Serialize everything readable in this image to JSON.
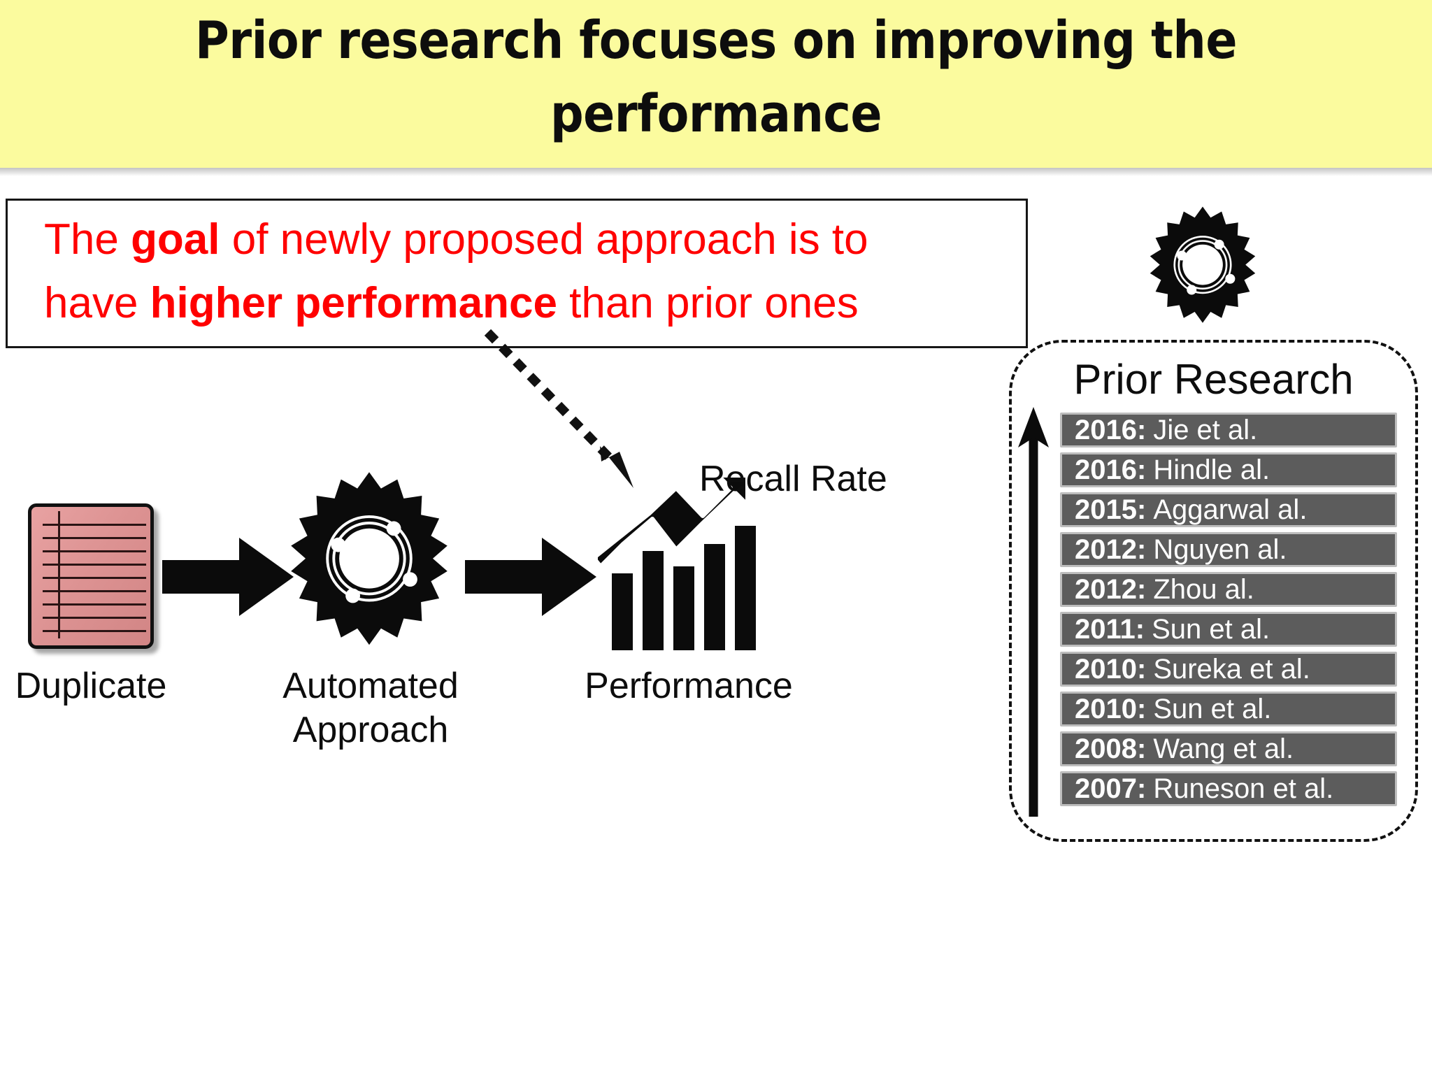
{
  "title": {
    "text": "Prior research focuses  on improving the\nperformance",
    "background_color": "#fbfb9e",
    "text_color": "#0d0d0d"
  },
  "goal_box": {
    "line1_prefix": "The ",
    "line1_bold": "goal",
    "line1_suffix": " of newly proposed approach is to",
    "line2_prefix": "have ",
    "line2_bold": "higher performance",
    "line2_suffix": " than prior ones",
    "text_color": "#ff0000",
    "border_color": "#161616"
  },
  "flow": {
    "duplicate_label": "Duplicate",
    "approach_label": "Automated\nApproach",
    "performance_label": "Performance",
    "recall_label": "Recall Rate",
    "document_color": "#dd9393",
    "icons": {
      "document": "document-lined-icon",
      "gear": "gear-icon",
      "chart": "bar-chart-trend-up-icon",
      "arrow": "right-arrow-icon"
    }
  },
  "prior_research": {
    "title": "Prior Research",
    "timeline_direction": "up",
    "item_background": "#5c5c5c",
    "item_border": "#bdbdbd",
    "items": [
      {
        "year": "2016:",
        "author": "Jie et  al."
      },
      {
        "year": "2016:",
        "author": "Hindle  al."
      },
      {
        "year": "2015:",
        "author": "Aggarwal  al."
      },
      {
        "year": "2012:",
        "author": "Nguyen  al."
      },
      {
        "year": "2012:",
        "author": "Zhou  al."
      },
      {
        "year": "2011:",
        "author": "Sun et al."
      },
      {
        "year": "2010:",
        "author": "Sureka et al."
      },
      {
        "year": "2010:",
        "author": "Sun et al."
      },
      {
        "year": "2008:",
        "author": "Wang et al."
      },
      {
        "year": "2007:",
        "author": "Runeson et al."
      }
    ]
  }
}
